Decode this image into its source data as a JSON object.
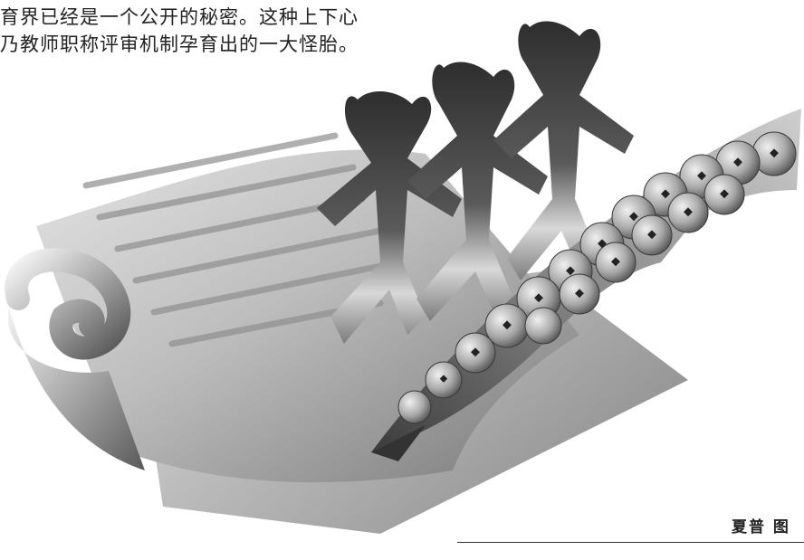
{
  "article": {
    "lines": [
      "教育界已经是一个公开的秘密。这种上下心",
      "实乃教师职称评审机制孕育出的一大怪胎。"
    ]
  },
  "illustration": {
    "credit": "夏普 图"
  }
}
